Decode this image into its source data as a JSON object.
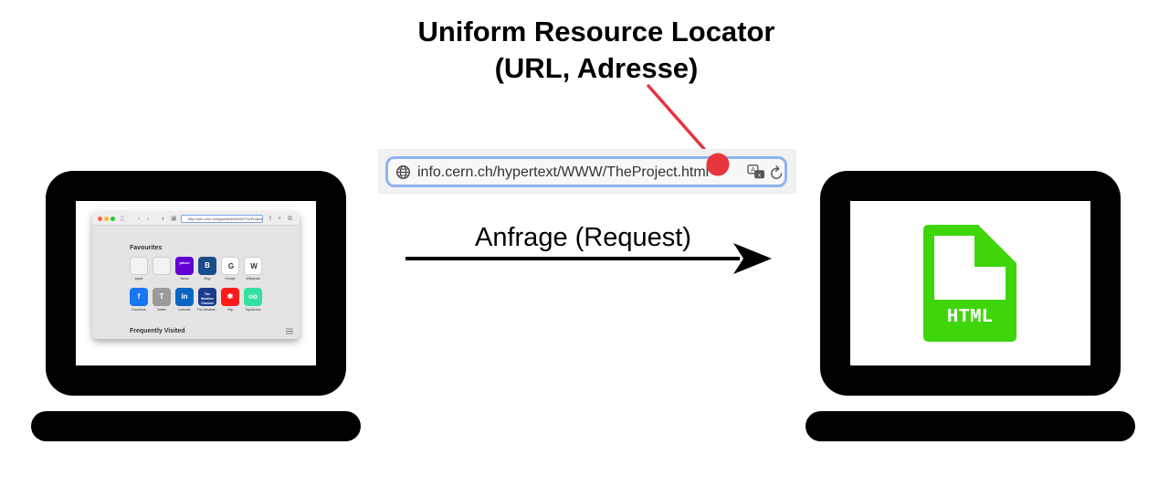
{
  "title": {
    "line1": "Uniform Resource Locator",
    "line2": "(URL, Adresse)"
  },
  "address_bar": {
    "url": "info.cern.ch/hypertext/WWW/TheProject.html",
    "icons": [
      "globe-icon",
      "translate-icon",
      "reload-icon"
    ]
  },
  "request": {
    "label": "Anfrage (Request)"
  },
  "client": {
    "browser": {
      "url": "http://info.cern.ch/hypertext/WWW/TheProject.html",
      "favourites_title": "Favourites",
      "frequently_visited_title": "Frequently Visited",
      "favourites": [
        {
          "label": "Apple",
          "glyph": "",
          "color": "#f2f2f2"
        },
        {
          "label": "",
          "glyph": "",
          "color": "#f2f2f2"
        },
        {
          "label": "Yahoo",
          "glyph": "yahoo!",
          "color": "#6001d2"
        },
        {
          "label": "Bing",
          "glyph": "B",
          "color": "#1d4c8c"
        },
        {
          "label": "Google",
          "glyph": "G",
          "color": "#ffffff"
        },
        {
          "label": "Wikipedia",
          "glyph": "W",
          "color": "#ffffff"
        },
        {
          "label": "Facebook",
          "glyph": "f",
          "color": "#1877f2"
        },
        {
          "label": "Twitter",
          "glyph": "T",
          "color": "#9a9a9a"
        },
        {
          "label": "LinkedIn",
          "glyph": "in",
          "color": "#0a66c2"
        },
        {
          "label": "The Weather...",
          "glyph": "The Weather Channel",
          "color": "#1b3c8c"
        },
        {
          "label": "Yelp",
          "glyph": "✱",
          "color": "#ff1a1a"
        },
        {
          "label": "TripAdvisor",
          "glyph": "oo",
          "color": "#34e0a1"
        }
      ]
    }
  },
  "server": {
    "file_icon_text": "HTML",
    "file_icon_color": "#3ed60b"
  },
  "colors": {
    "pointer": "#e8343f",
    "address_border": "#8fb4f0"
  }
}
